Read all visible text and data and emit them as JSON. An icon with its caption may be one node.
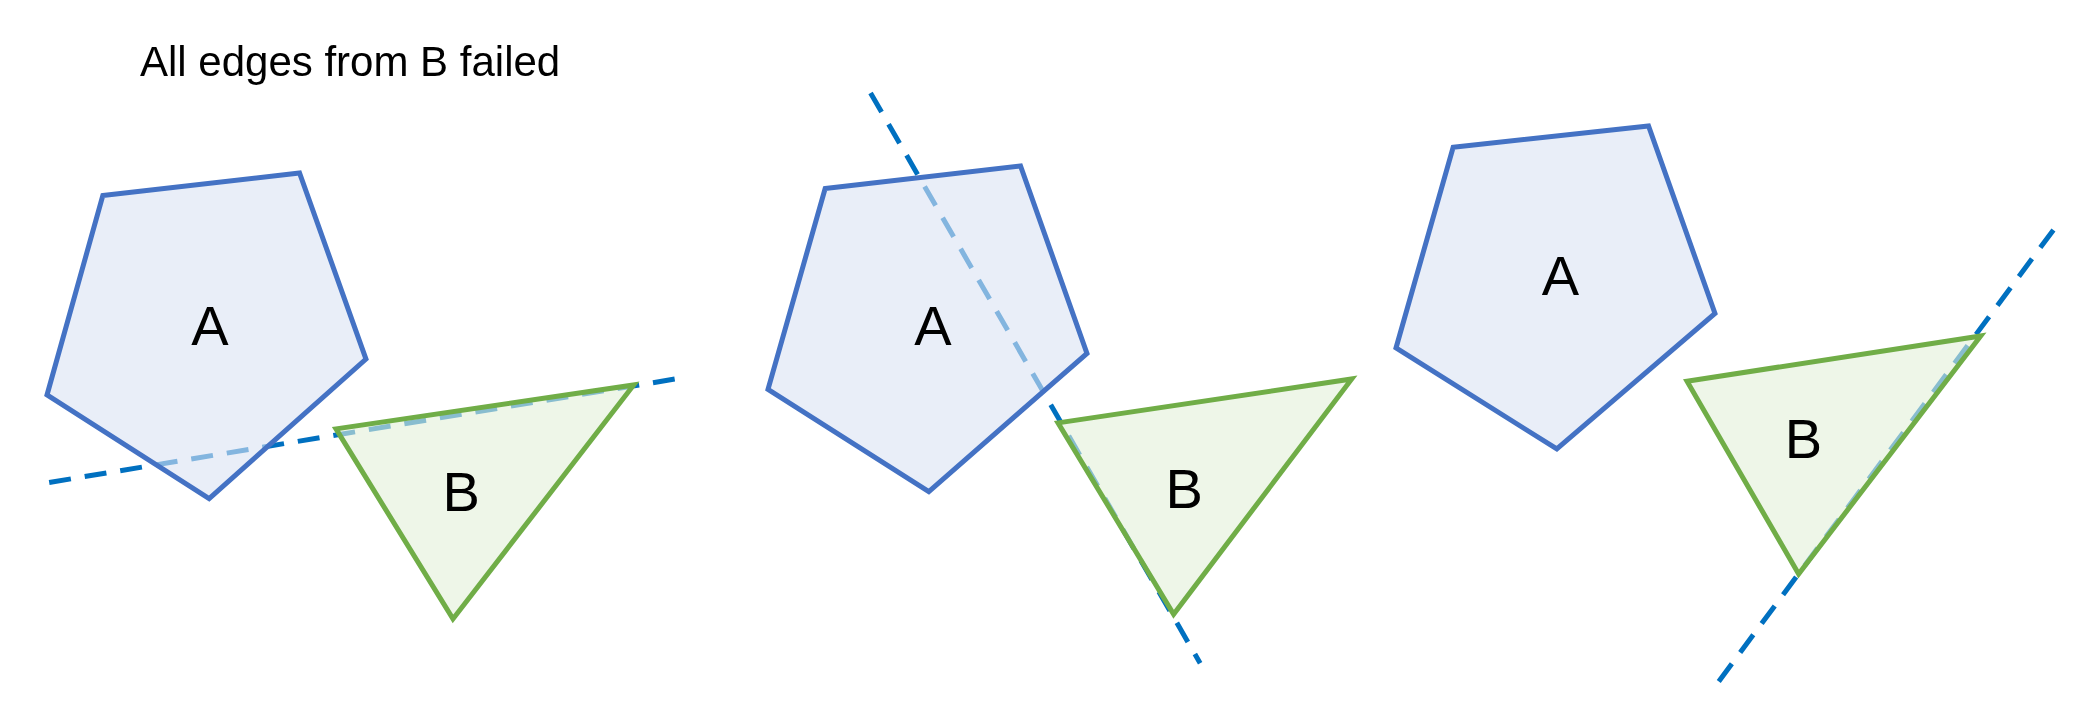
{
  "diagram": {
    "title": "All edges from B failed",
    "nodes": [
      {
        "text": [
          "A"
        ]
      },
      {
        "text": [
          "B"
        ]
      },
      {
        "text": [
          "A"
        ]
      },
      {
        "text": [
          "B"
        ]
      },
      {
        "text": [
          "A"
        ]
      },
      {
        "text": [
          "B"
        ]
      }
    ]
  }
}
